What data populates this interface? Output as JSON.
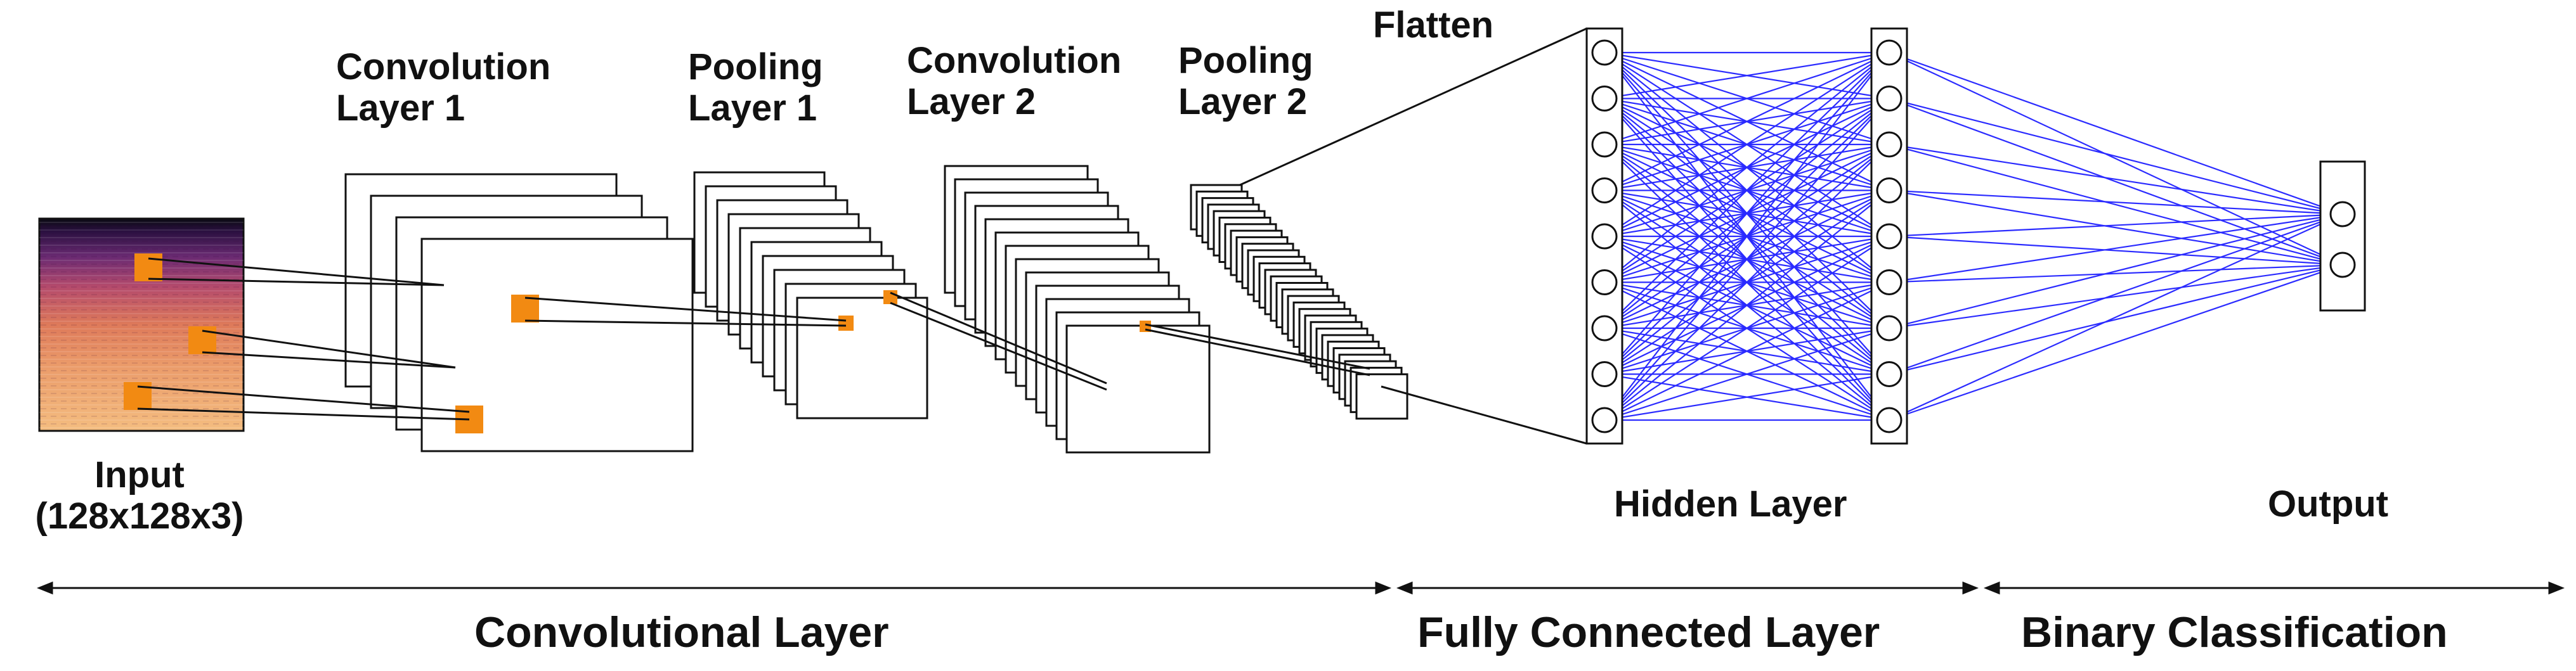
{
  "colors": {
    "stroke": "#111111",
    "paper": "#ffffff",
    "highlight": "#f28a12",
    "fc_edge": "#2b2bff"
  },
  "labels": {
    "input": "Input\n(128x128x3)",
    "conv1": "Convolution\nLayer 1",
    "pool1": "Pooling\nLayer 1",
    "conv2": "Convolution\nLayer 2",
    "pool2": "Pooling\nLayer 2",
    "flatten": "Flatten",
    "hidden": "Hidden Layer",
    "output": "Output"
  },
  "sections": {
    "convolutional": "Convolutional Layer",
    "fully_connected": "Fully Connected Layer",
    "binary": "Binary Classification"
  },
  "network": {
    "hidden_column_1_nodes": 9,
    "hidden_column_2_nodes": 9,
    "output_nodes": 2
  }
}
